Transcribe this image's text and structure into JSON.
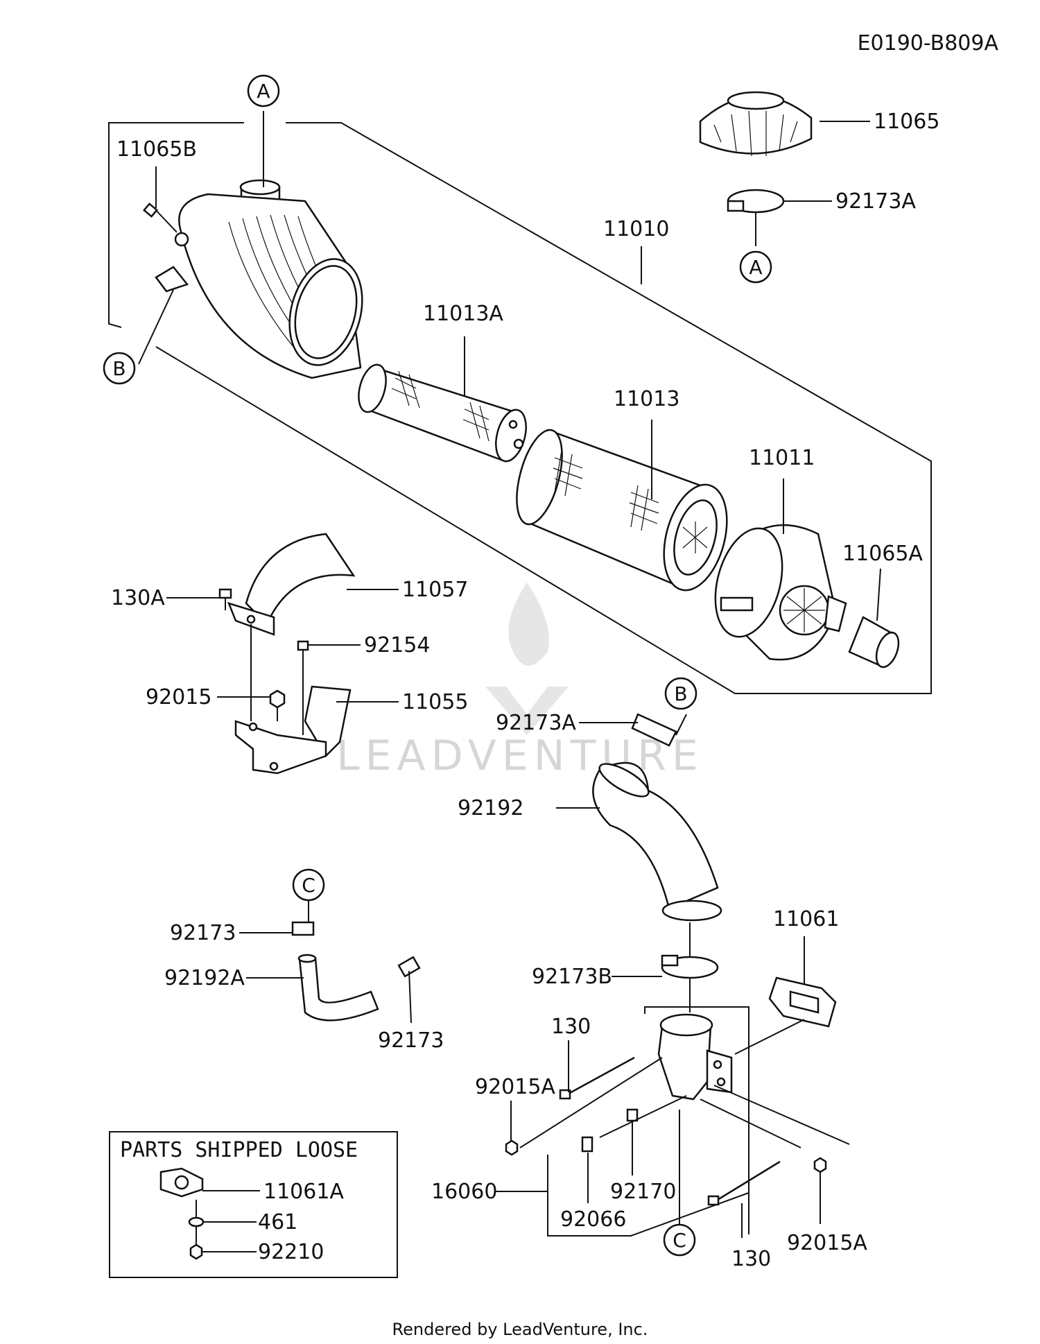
{
  "diagram_code": "E0190-B809A",
  "footer": "Rendered by LeadVenture, Inc.",
  "watermark": "LEADVENTURE",
  "loose_box": {
    "title": "PARTS SHIPPED LOOSE",
    "items": [
      "11061A",
      "461",
      "92210"
    ]
  },
  "callouts": {
    "A": "A",
    "B": "B",
    "C": "C"
  },
  "part_labels": {
    "p11065B": "11065B",
    "p11065": "11065",
    "p92173A_top": "92173A",
    "p11010": "11010",
    "p11013A": "11013A",
    "p11013": "11013",
    "p11011": "11011",
    "p11065A": "11065A",
    "p130A": "130A",
    "p11057": "11057",
    "p92154": "92154",
    "p92015": "92015",
    "p11055": "11055",
    "p92173A_mid": "92173A",
    "p92192": "92192",
    "p92173_top": "92173",
    "p92192A": "92192A",
    "p92173_bot": "92173",
    "p11061": "11061",
    "p92173B": "92173B",
    "p130_top": "130",
    "p92015A_left": "92015A",
    "p16060": "16060",
    "p92170": "92170",
    "p92066": "92066",
    "p130_bot": "130",
    "p92015A_right": "92015A"
  }
}
